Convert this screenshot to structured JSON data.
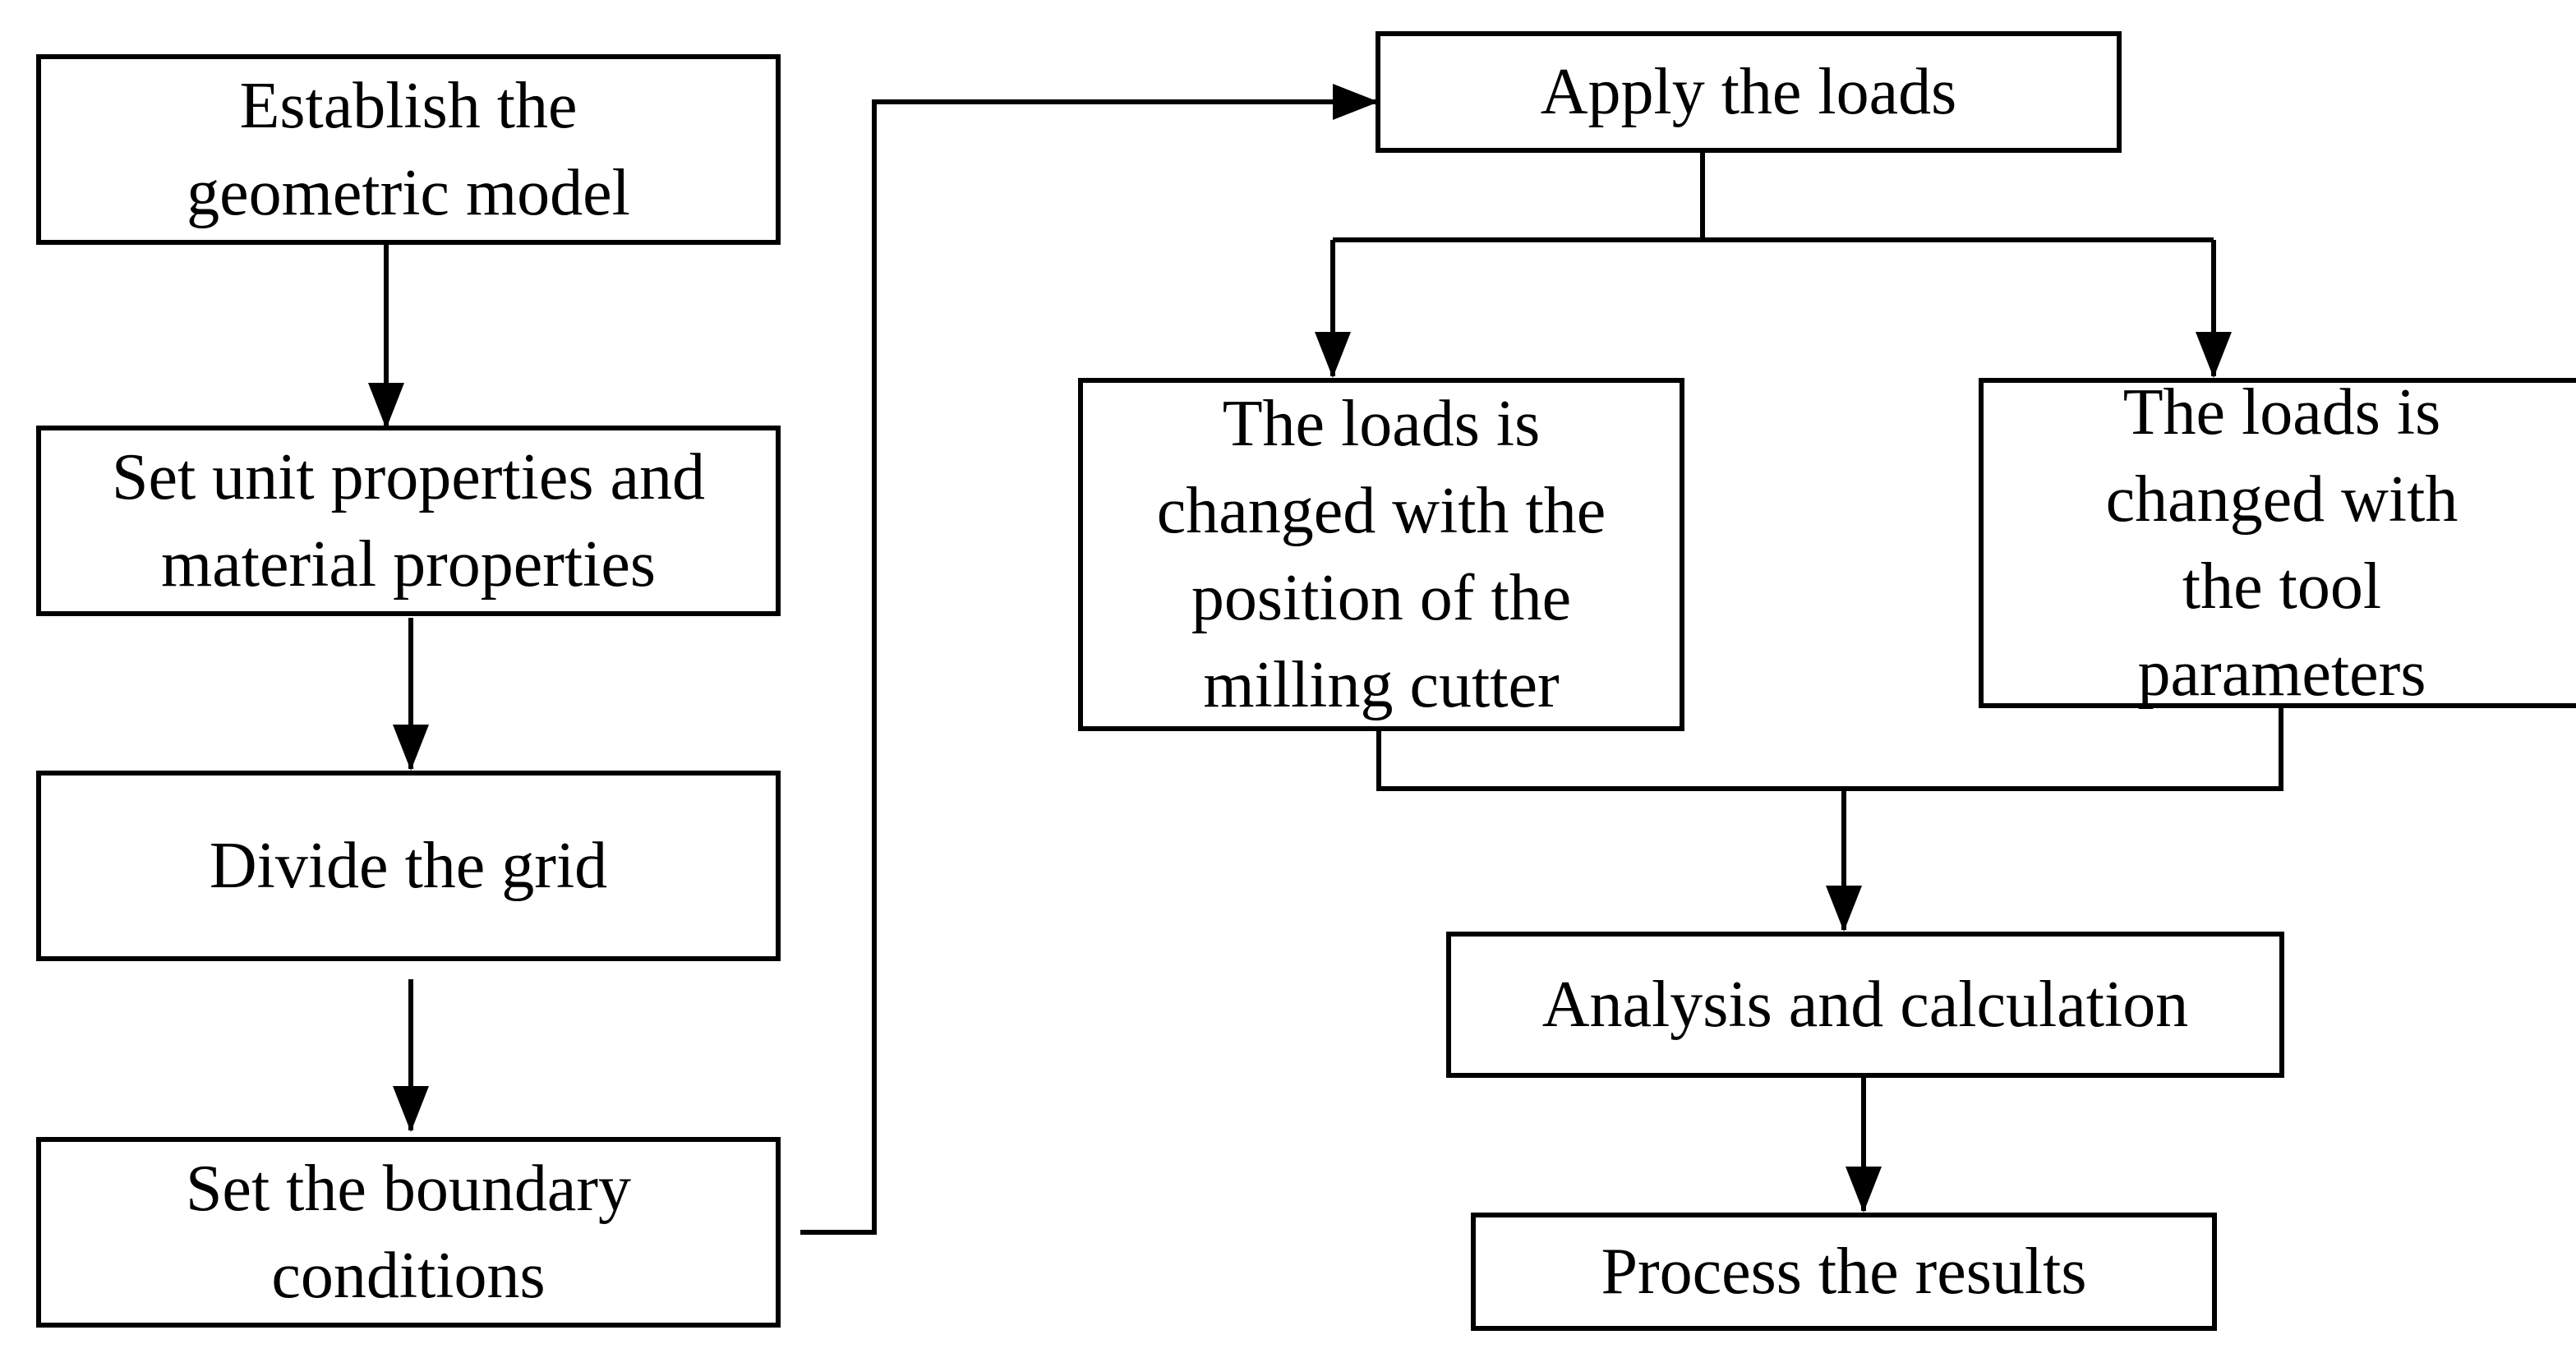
{
  "flowchart": {
    "steps": {
      "geometric_model": "Establish the\ngeometric model",
      "unit_material_properties": "Set unit properties and\nmaterial properties",
      "divide_grid": "Divide the grid",
      "boundary_conditions": "Set the boundary\nconditions",
      "apply_loads": "Apply the loads",
      "loads_position": "The loads is\nchanged with the\nposition of the\nmilling cutter",
      "loads_tool": "The loads is\nchanged with\nthe tool\nparameters",
      "analysis": "Analysis and calculation",
      "process_results": "Process the results"
    },
    "colors": {
      "stroke": "#000000",
      "fill": "#ffffff"
    }
  }
}
